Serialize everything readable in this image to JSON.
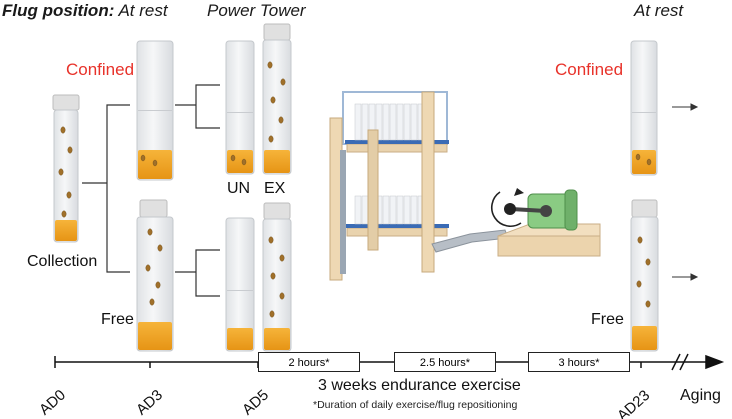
{
  "header": {
    "flug_position_label": "Flug position:",
    "at_rest_1": "At rest",
    "power_tower": "Power Tower",
    "at_rest_2": "At rest"
  },
  "conditions": {
    "confined_left": "Confined",
    "confined_right": "Confined",
    "free_left": "Free",
    "free_right": "Free",
    "collection": "Collection",
    "un": "UN",
    "ex": "EX"
  },
  "timeline": {
    "ticks": [
      "AD0",
      "AD3",
      "AD5",
      "AD23",
      "Aging"
    ],
    "boxes": [
      "2 hours*",
      "2.5 hours*",
      "3 hours*"
    ],
    "caption": "3 weeks endurance exercise",
    "footnote": "*Duration of daily exercise/flug repositioning"
  },
  "colors": {
    "food": "#f0a020",
    "vial_glass": "#eceef0",
    "cap": "#e2e2e2",
    "wood": "#ead2ad",
    "motor": "#7dc47a",
    "accent_red": "#e8322a"
  }
}
